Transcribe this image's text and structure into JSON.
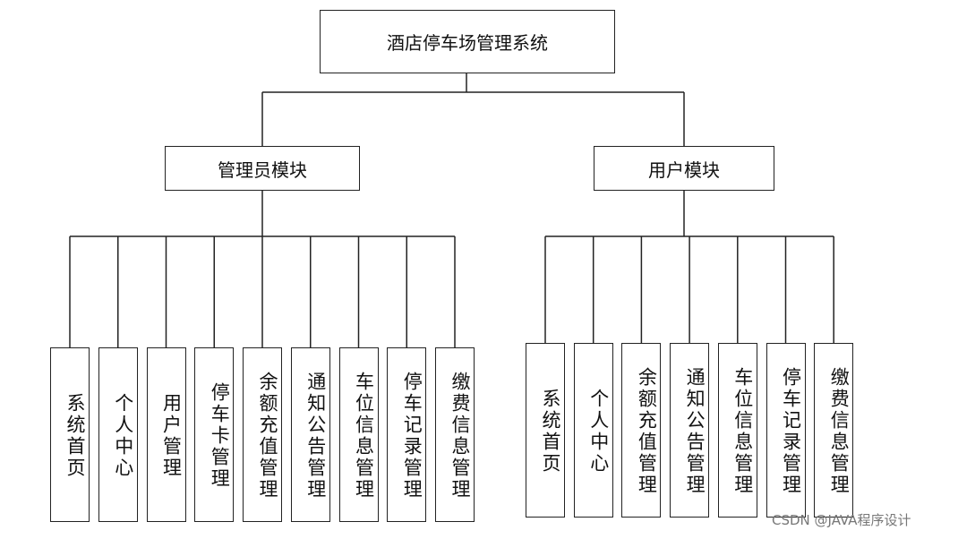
{
  "root": {
    "title": "酒店停车场管理系统"
  },
  "admin": {
    "title": "管理员模块",
    "items": [
      "系统首页",
      "个人中心",
      "用户管理",
      "停车卡管理",
      "余额充值管理",
      "通知公告管理",
      "车位信息管理",
      "停车记录管理",
      "缴费信息管理"
    ]
  },
  "user": {
    "title": "用户模块",
    "items": [
      "系统首页",
      "个人中心",
      "余额充值管理",
      "通知公告管理",
      "车位信息管理",
      "停车记录管理",
      "缴费信息管理"
    ]
  },
  "watermark": "CSDN @JAVA程序设计"
}
